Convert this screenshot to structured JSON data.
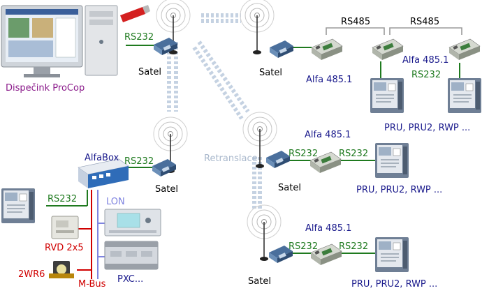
{
  "labels": {
    "dispatch": "Dispečink ProCop",
    "rs232_top": "RS232",
    "satel_top": "Satel",
    "satel_right": "Satel",
    "rs485_1": "RS485",
    "rs485_2": "RS485",
    "alfa_r1": "Alfa 485.1",
    "alfa_r2": "Alfa 485.1",
    "rs232_r": "RS232",
    "pru_r": "PRU, PRU2, RWP ...",
    "alfabox": "AlfaBox",
    "rs232_box": "RS232",
    "satel_mid": "Satel",
    "lon": "LON",
    "rs232_left": "RS232",
    "rvd": "RVD 2x5",
    "wr6": "2WR6",
    "mbus": "M-Bus",
    "pxc": "PXC...",
    "retranslace": "Retranslace",
    "alfa_m": "Alfa 485.1",
    "rs232_m1": "RS232",
    "rs232_m2": "RS232",
    "satel_m": "Satel",
    "pru_m": "PRU, PRU2, RWP ...",
    "alfa_b": "Alfa 485.1",
    "rs232_b1": "RS232",
    "rs232_b2": "RS232",
    "satel_b": "Satel",
    "pru_b": "PRU, PRU2, RWP ..."
  },
  "colors": {
    "navy": "#1a1a8c",
    "green": "#1f7a1f",
    "red": "#d00000",
    "lavender": "#7f84e0",
    "purple": "#8a1a8a",
    "relay": "#c5d2e2",
    "grey_bus": "#9a9a9a"
  },
  "icons": [
    "antenna-icon",
    "satel-modem-icon",
    "alfa-module-icon",
    "controller-panel-icon",
    "computer-icon",
    "usb-dongle-icon",
    "alfabox-icon",
    "lon-device-icon",
    "rvd-device-icon",
    "meter-icon",
    "pxc-device-icon"
  ]
}
